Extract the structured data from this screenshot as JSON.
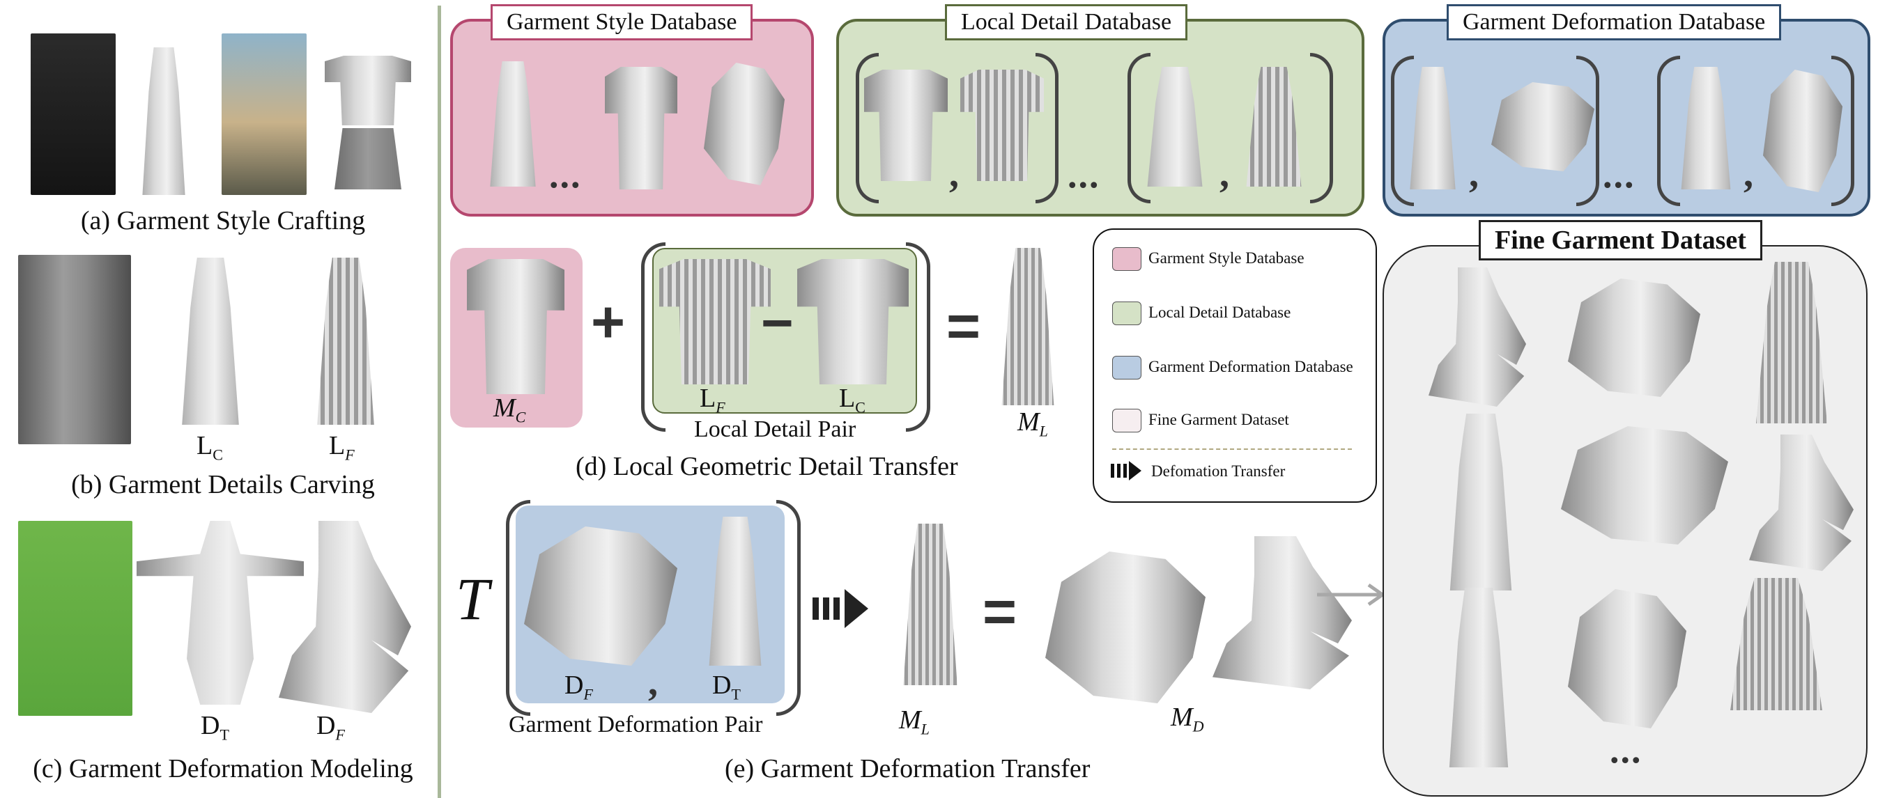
{
  "panels": {
    "a": {
      "caption": "(a) Garment Style Crafting"
    },
    "b": {
      "caption": "(b) Garment Details Carving",
      "label_c": "L",
      "label_c_sub": "C",
      "label_f": "L",
      "label_f_sub": "F"
    },
    "c": {
      "caption": "(c) Garment Deformation Modeling",
      "label_t": "D",
      "label_t_sub": "T",
      "label_f": "D",
      "label_f_sub": "F"
    },
    "d": {
      "caption": "(d) Local Geometric Detail Transfer",
      "mc": "M",
      "mc_sub": "C",
      "lf": "L",
      "lf_sub": "F",
      "lc": "L",
      "lc_sub": "C",
      "pair_label": "Local Detail Pair",
      "ml": "M",
      "ml_sub": "L",
      "plus": "+",
      "minus": "−",
      "equals": "="
    },
    "e": {
      "caption": "(e) Garment Deformation Transfer",
      "t": "T",
      "df": "D",
      "df_sub": "F",
      "dt": "D",
      "dt_sub": "T",
      "pair_label": "Garment Deformation Pair",
      "ml": "M",
      "ml_sub": "L",
      "md": "M",
      "md_sub": "D",
      "equals": "="
    }
  },
  "databases": {
    "style": {
      "title": "Garment Style Database",
      "color": "#b5476e",
      "fill": "#e8bccb"
    },
    "local": {
      "title": "Local Detail Database",
      "color": "#5a6b3c",
      "fill": "#d5e2c6"
    },
    "deform": {
      "title": "Garment Deformation Database",
      "color": "#2f4d6e",
      "fill": "#b9cce2"
    },
    "fine": {
      "title": "Fine Garment Dataset",
      "fill": "#efefef"
    }
  },
  "ellipsis": "...",
  "comma": ",",
  "legend": {
    "items": [
      {
        "label": "Garment Style Database",
        "color": "#e8bccb"
      },
      {
        "label": "Local Detail Database",
        "color": "#d5e2c6"
      },
      {
        "label": "Garment Deformation Database",
        "color": "#b9cce2"
      },
      {
        "label": "Fine Garment Dataset",
        "color": "#f6eef0"
      }
    ],
    "transfer_label": "Defomation Transfer"
  }
}
